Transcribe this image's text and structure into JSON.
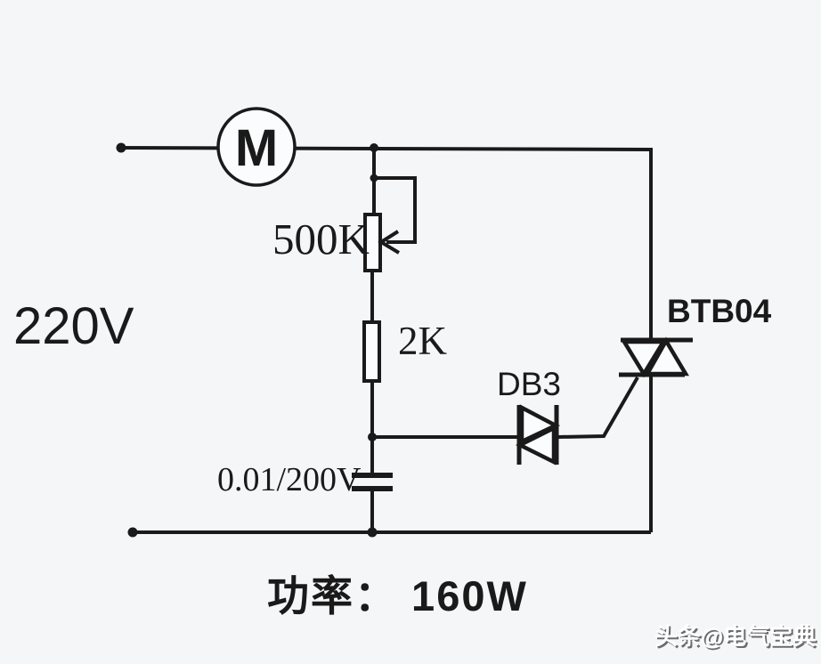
{
  "diagram": {
    "type": "circuit-schematic",
    "description": "220V triac/diac motor speed control circuit",
    "labels": {
      "supply_voltage": "220V",
      "motor": "M",
      "potentiometer": "500K",
      "resistor": "2K",
      "capacitor": "0.01/200V",
      "diac": "DB3",
      "triac": "BTB04",
      "power": "功率： 160W"
    },
    "watermark": "头条@电气宝典",
    "colors": {
      "background": "#f5f6f8",
      "line": "#1a1a1a",
      "watermark_text": "#ffffff",
      "watermark_shadow": "#6b6b6e"
    }
  }
}
